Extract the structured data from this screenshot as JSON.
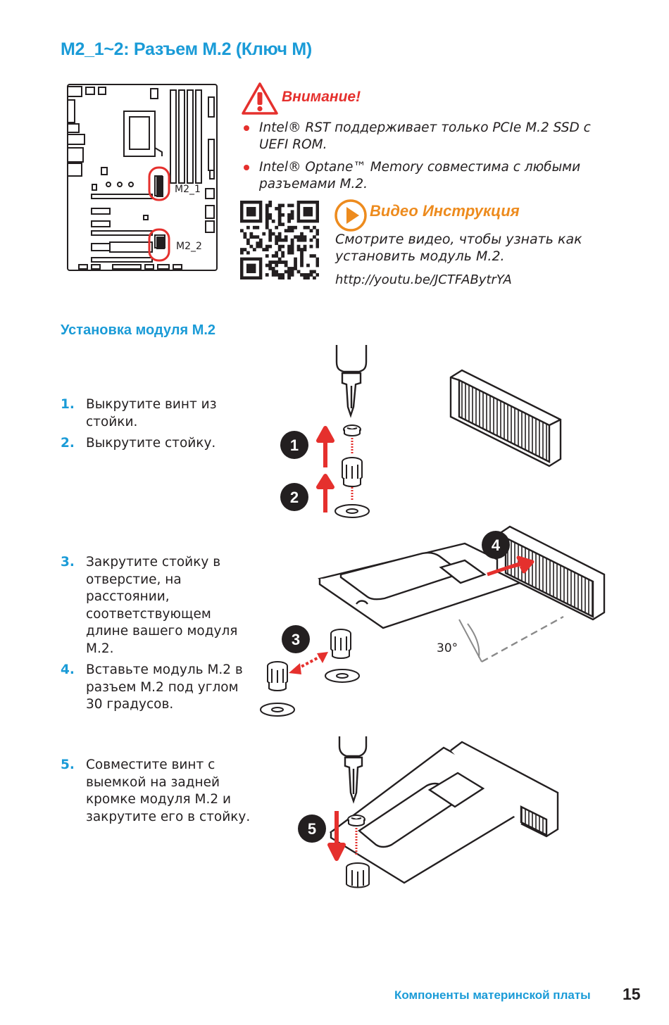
{
  "page_title": "M2_1~2: Разъем M.2 (Ключ M)",
  "board": {
    "m2_1_label": "M2_1",
    "m2_2_label": "M2_2"
  },
  "warning": {
    "title": "Внимание!",
    "items": [
      "Intel® RST поддерживает только PCIe M.2 SSD с UEFI ROM.",
      "Intel® Optane™ Memory совместима с любыми разъемами M.2."
    ]
  },
  "video": {
    "title": "Видео Инструкция",
    "text": "Смотрите видео, чтобы узнать как установить модуль M.2.",
    "link": "http://youtu.be/JCTFABytrYA"
  },
  "section_title": "Установка модуля M.2",
  "steps": [
    {
      "num": "1.",
      "text": "Выкрутите винт из стойки."
    },
    {
      "num": "2.",
      "text": "Выкрутите стойку."
    },
    {
      "num": "3.",
      "text": "Закрутите стойку в отверстие, на расстоянии, соответствующем длине вашего модуля M.2."
    },
    {
      "num": "4.",
      "text": "Вставьте модуль M.2 в разъем M.2 под углом 30 градусов."
    },
    {
      "num": "5.",
      "text": "Совместите винт с выемкой на задней кромке модуля M.2 и закрутите его в стойку."
    }
  ],
  "illustration": {
    "badges": [
      "1",
      "2",
      "3",
      "4",
      "5"
    ],
    "angle_label": "30°"
  },
  "footer": {
    "section": "Компоненты материнской платы",
    "page_number": "15"
  },
  "colors": {
    "accent_blue": "#1a9bd7",
    "warning_red": "#e5302d",
    "video_orange": "#ed8b1e",
    "text": "#231f20"
  },
  "icons": [
    "warning-triangle-icon",
    "qr-code-icon",
    "play-icon"
  ]
}
